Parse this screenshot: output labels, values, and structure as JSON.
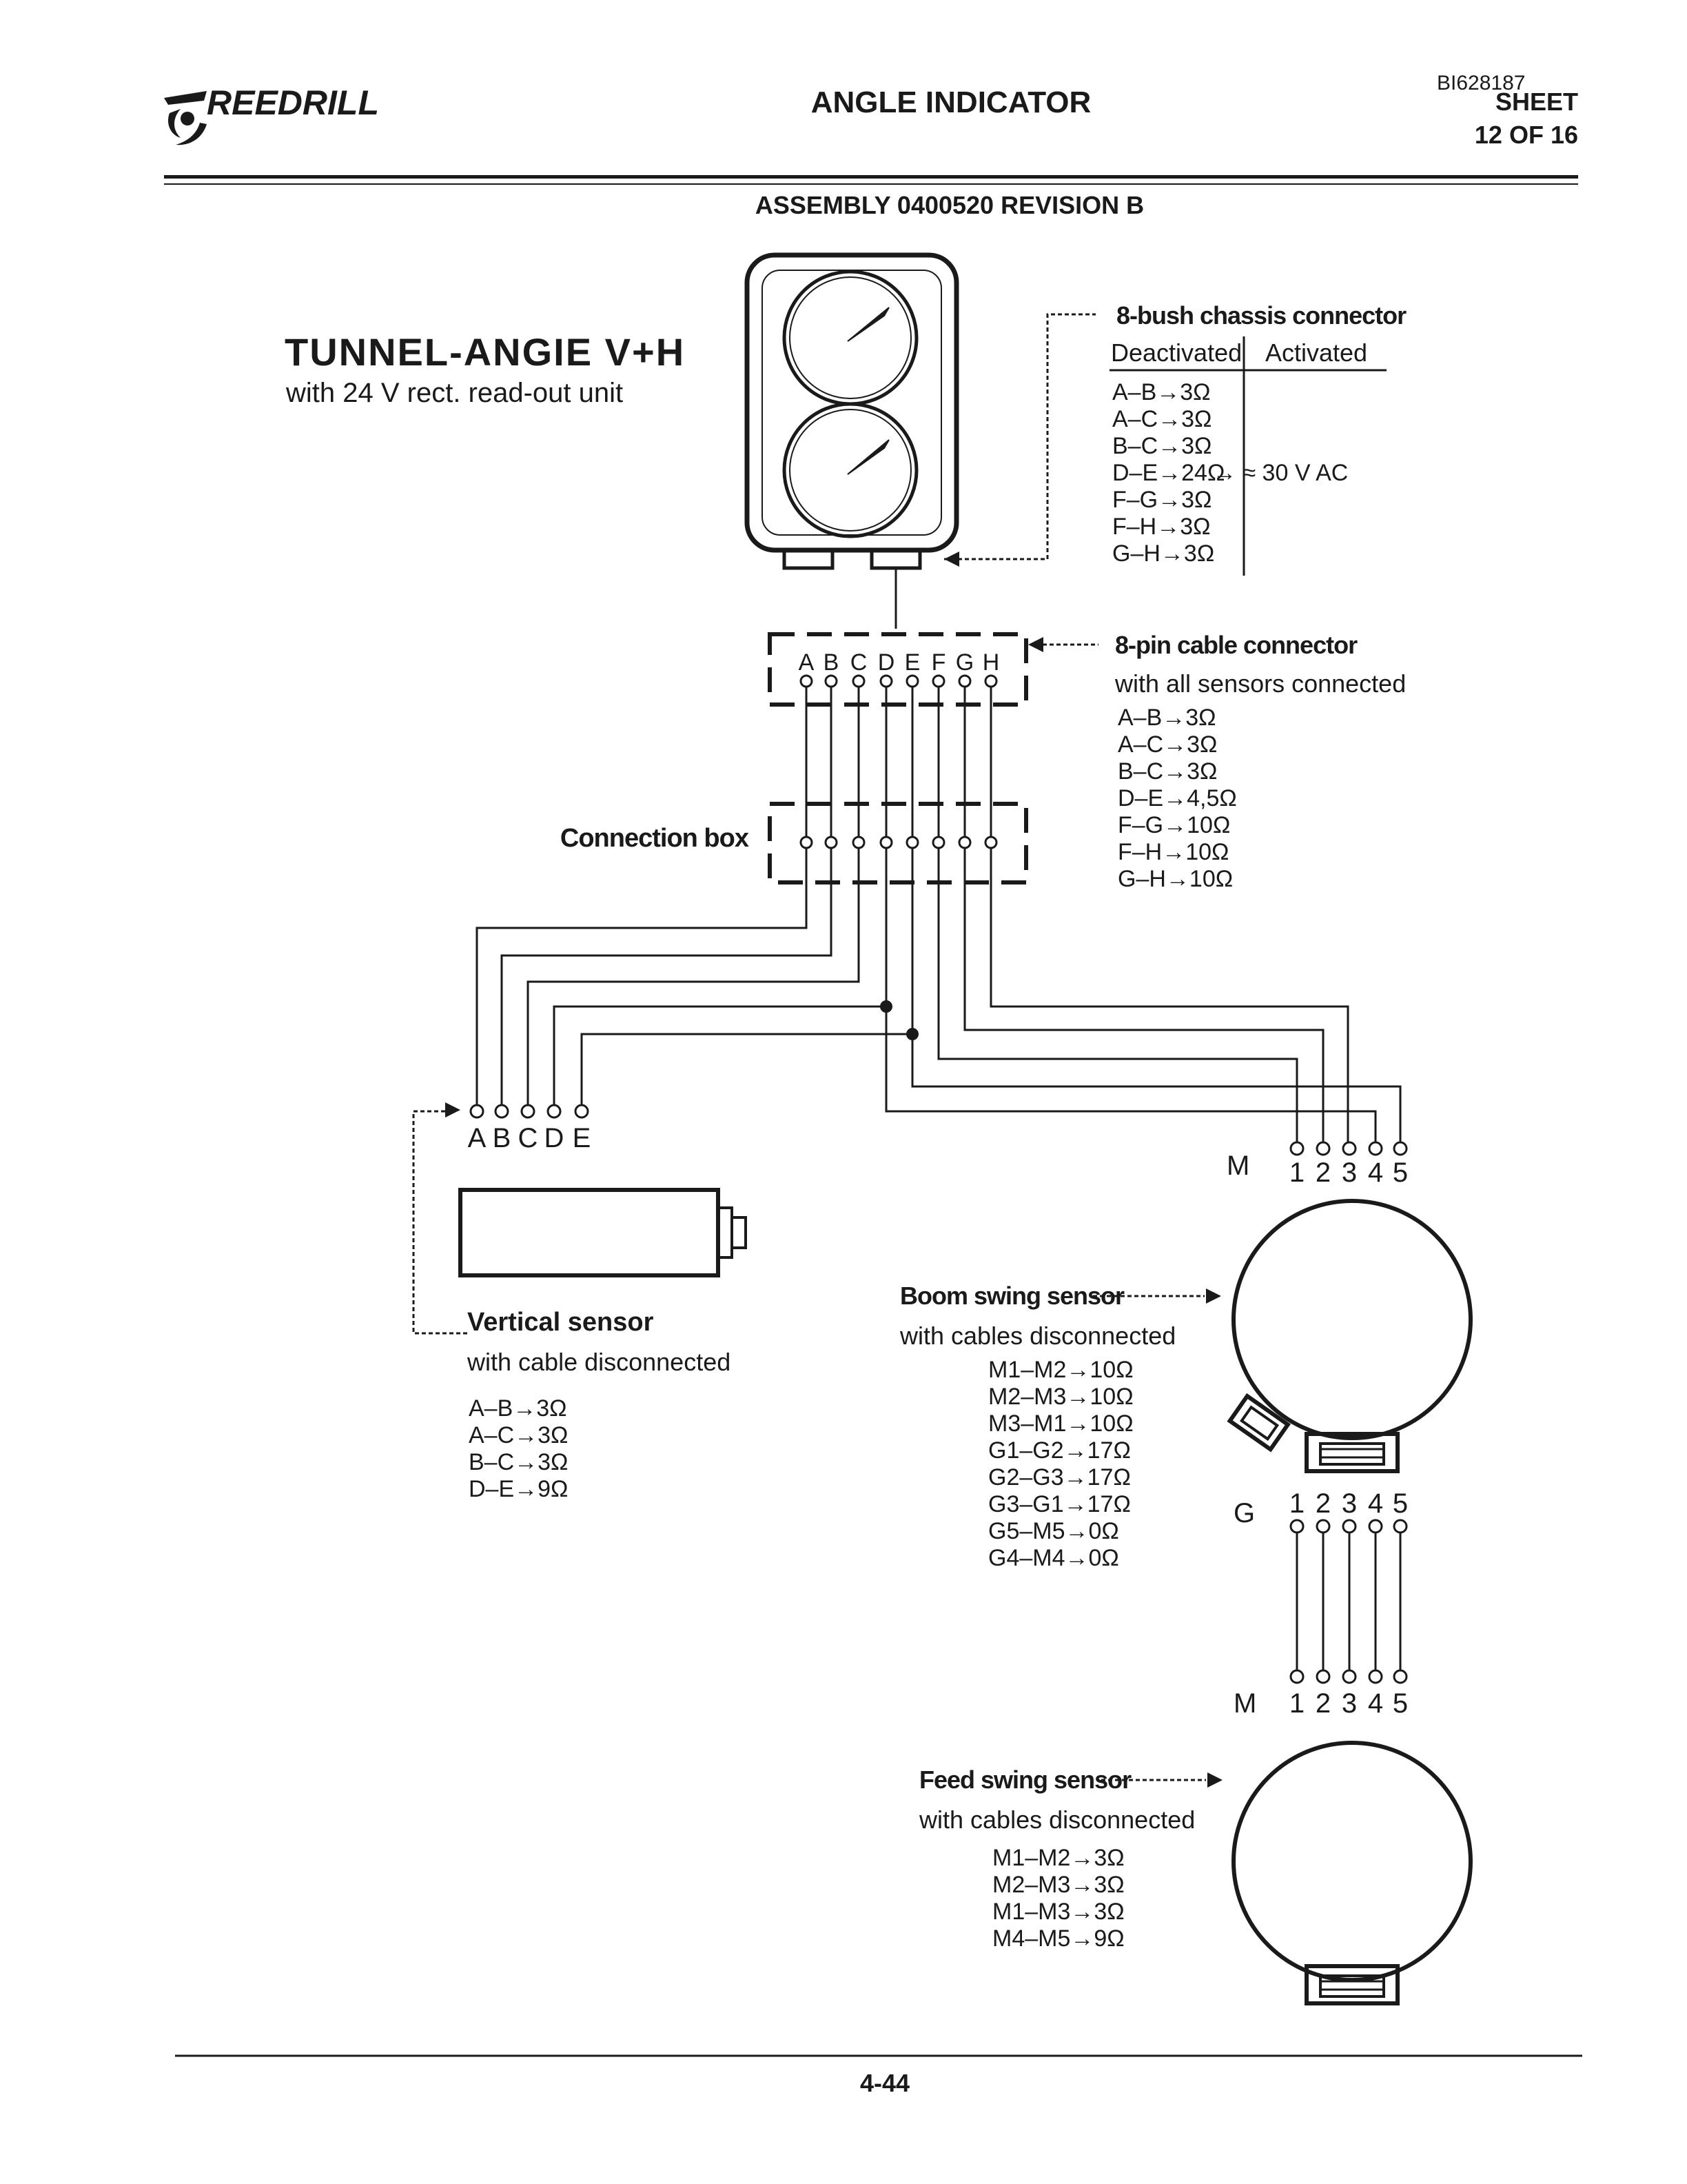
{
  "header": {
    "brand": "REEDRILL",
    "title": "ANGLE INDICATOR",
    "doc_id": "BI628187",
    "sheet_label": "SHEET",
    "sheet_number": "12 OF 16",
    "assembly": "ASSEMBLY 0400520 REVISION B"
  },
  "unit": {
    "title": "TUNNEL-ANGIE  V+H",
    "subtitle": "with 24 V rect. read-out unit"
  },
  "chassis_connector": {
    "title": "8-bush chassis connector",
    "col_deactivated": "Deactivated",
    "col_activated": "Activated",
    "rows": [
      "A–B→3Ω",
      "A–C→3Ω",
      "B–C→3Ω",
      "D–E→24Ω",
      "F–G→3Ω",
      "F–H→3Ω",
      "G–H→3Ω"
    ],
    "activated_value": "→ ≈ 30 V AC"
  },
  "cable_connector": {
    "title": "8-pin cable connector",
    "subtitle": "with all sensors connected",
    "pins": [
      "A",
      "B",
      "C",
      "D",
      "E",
      "F",
      "G",
      "H"
    ],
    "rows": [
      "A–B→3Ω",
      "A–C→3Ω",
      "B–C→3Ω",
      "D–E→4,5Ω",
      "F–G→10Ω",
      "F–H→10Ω",
      "G–H→10Ω"
    ]
  },
  "connection_box": {
    "label": "Connection box"
  },
  "vertical_sensor": {
    "pins": [
      "A",
      "B",
      "C",
      "D",
      "E"
    ],
    "title": "Vertical sensor",
    "subtitle": "with cable disconnected",
    "rows": [
      "A–B→3Ω",
      "A–C→3Ω",
      "B–C→3Ω",
      "D–E→9Ω"
    ]
  },
  "boom_sensor": {
    "title": "Boom swing sensor",
    "subtitle": "with cables disconnected",
    "rows": [
      "M1–M2→10Ω",
      "M2–M3→10Ω",
      "M3–M1→10Ω",
      "G1–G2→17Ω",
      "G2–G3→17Ω",
      "G3–G1→17Ω",
      "G5–M5→0Ω",
      "G4–M4→0Ω"
    ]
  },
  "feed_sensor": {
    "title": "Feed swing sensor",
    "subtitle": "with cables disconnected",
    "rows": [
      "M1–M2→3Ω",
      "M2–M3→3Ω",
      "M1–M3→3Ω",
      "M4–M5→9Ω"
    ]
  },
  "terminals": {
    "m_top_label": "M",
    "m_top_pins": [
      "1",
      "2",
      "3",
      "4",
      "5"
    ],
    "g_label": "G",
    "g_pins": [
      "1",
      "2",
      "3",
      "4",
      "5"
    ],
    "m_bottom_label": "M",
    "m_bottom_pins": [
      "1",
      "2",
      "3",
      "4",
      "5"
    ]
  },
  "footer": {
    "page_number": "4-44"
  },
  "colors": {
    "ink": "#1a1a1a",
    "paper": "#ffffff"
  }
}
